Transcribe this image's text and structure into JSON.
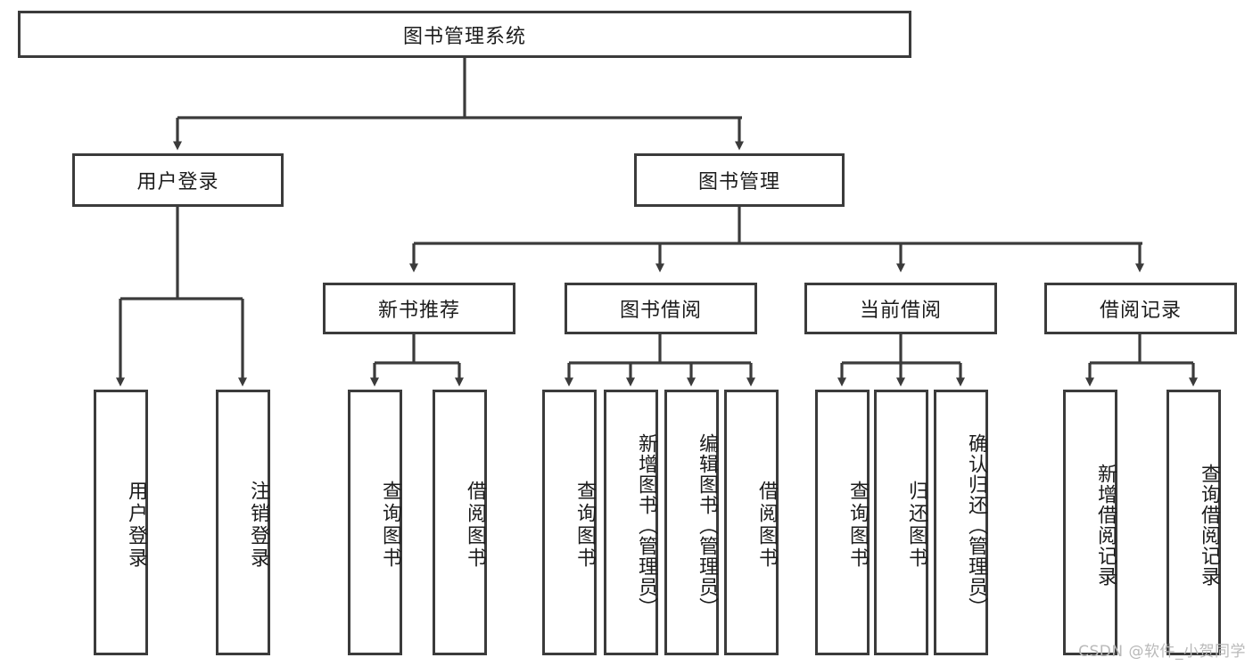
{
  "diagram": {
    "title": "图书管理系统",
    "type": "tree-hierarchy-chart",
    "stroke_color": "#3b3b3b",
    "fill_color": "#ffffff",
    "text_color": "#1c1c1c"
  },
  "root": {
    "label": "图书管理系统"
  },
  "level2": [
    {
      "label": "用户登录"
    },
    {
      "label": "图书管理"
    }
  ],
  "level3": [
    {
      "label": "新书推荐"
    },
    {
      "label": "图书借阅"
    },
    {
      "label": "当前借阅"
    },
    {
      "label": "借阅记录"
    }
  ],
  "leaves": {
    "user_login": [
      {
        "label": "用户登录"
      },
      {
        "label": "注销登录"
      }
    ],
    "new_book_recommend": [
      {
        "label": "查询图书"
      },
      {
        "label": "借阅图书"
      }
    ],
    "book_borrow": [
      {
        "label": "查询图书"
      },
      {
        "label": "新增图书（管理员）"
      },
      {
        "label": "编辑图书（管理员）"
      },
      {
        "label": "借阅图书"
      }
    ],
    "current_borrow": [
      {
        "label": "查询图书"
      },
      {
        "label": "归还图书"
      },
      {
        "label": "确认归还（管理员）"
      }
    ],
    "borrow_record": [
      {
        "label": "新增借阅记录"
      },
      {
        "label": "查询借阅记录"
      }
    ]
  },
  "watermark": {
    "text": "CSDN @软件_小贺同学"
  }
}
